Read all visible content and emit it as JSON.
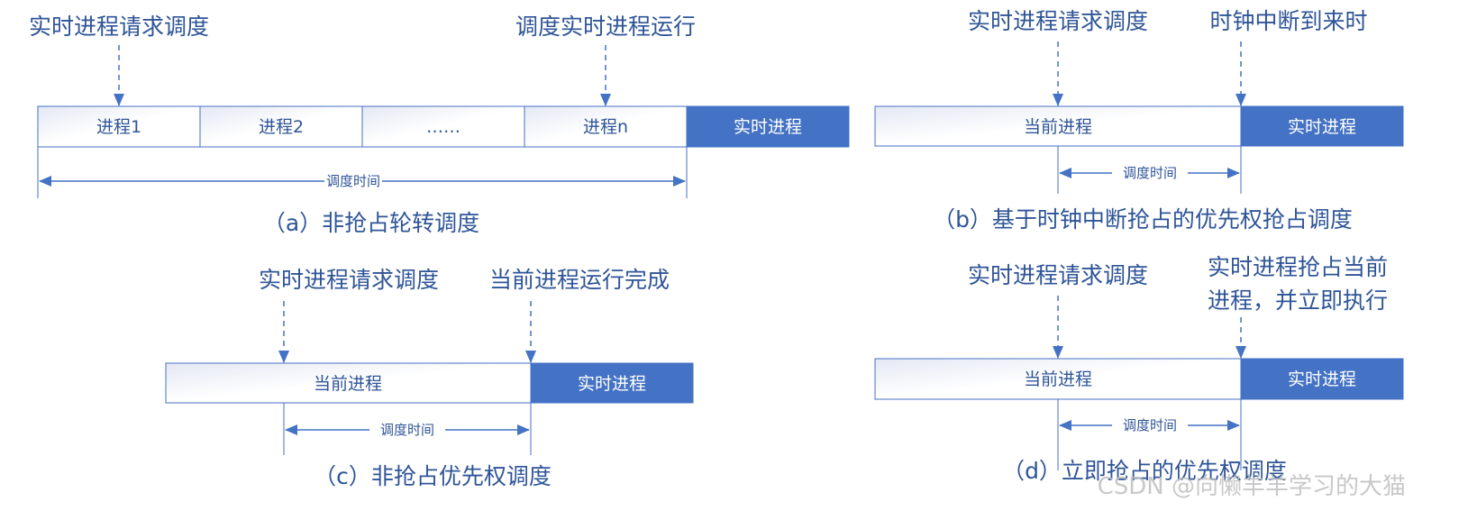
{
  "colors": {
    "accent": "#4472C4",
    "text": "#2F5597"
  },
  "panels": {
    "a": {
      "caption": "（a）非抢占轮转调度",
      "label_left": "实时进程请求调度",
      "label_right": "调度实时进程运行",
      "cells": [
        "进程1",
        "进程2",
        "……",
        "进程n"
      ],
      "realtime": "实时进程",
      "dimension": "调度时间"
    },
    "b": {
      "caption": "（b）基于时钟中断抢占的优先权抢占调度",
      "label_left": "实时进程请求调度",
      "label_right": "时钟中断到来时",
      "current": "当前进程",
      "realtime": "实时进程",
      "dimension": "调度时间"
    },
    "c": {
      "caption": "（c）非抢占优先权调度",
      "label_left": "实时进程请求调度",
      "label_right": "当前进程运行完成",
      "current": "当前进程",
      "realtime": "实时进程",
      "dimension": "调度时间"
    },
    "d": {
      "caption": "（d）立即抢占的优先权调度",
      "label_left": "实时进程请求调度",
      "label_right_line1": "实时进程抢占当前",
      "label_right_line2": "进程，并立即执行",
      "current": "当前进程",
      "realtime": "实时进程",
      "dimension": "调度时间"
    }
  },
  "watermark": "CSDN @向懒羊羊学习的大猫"
}
